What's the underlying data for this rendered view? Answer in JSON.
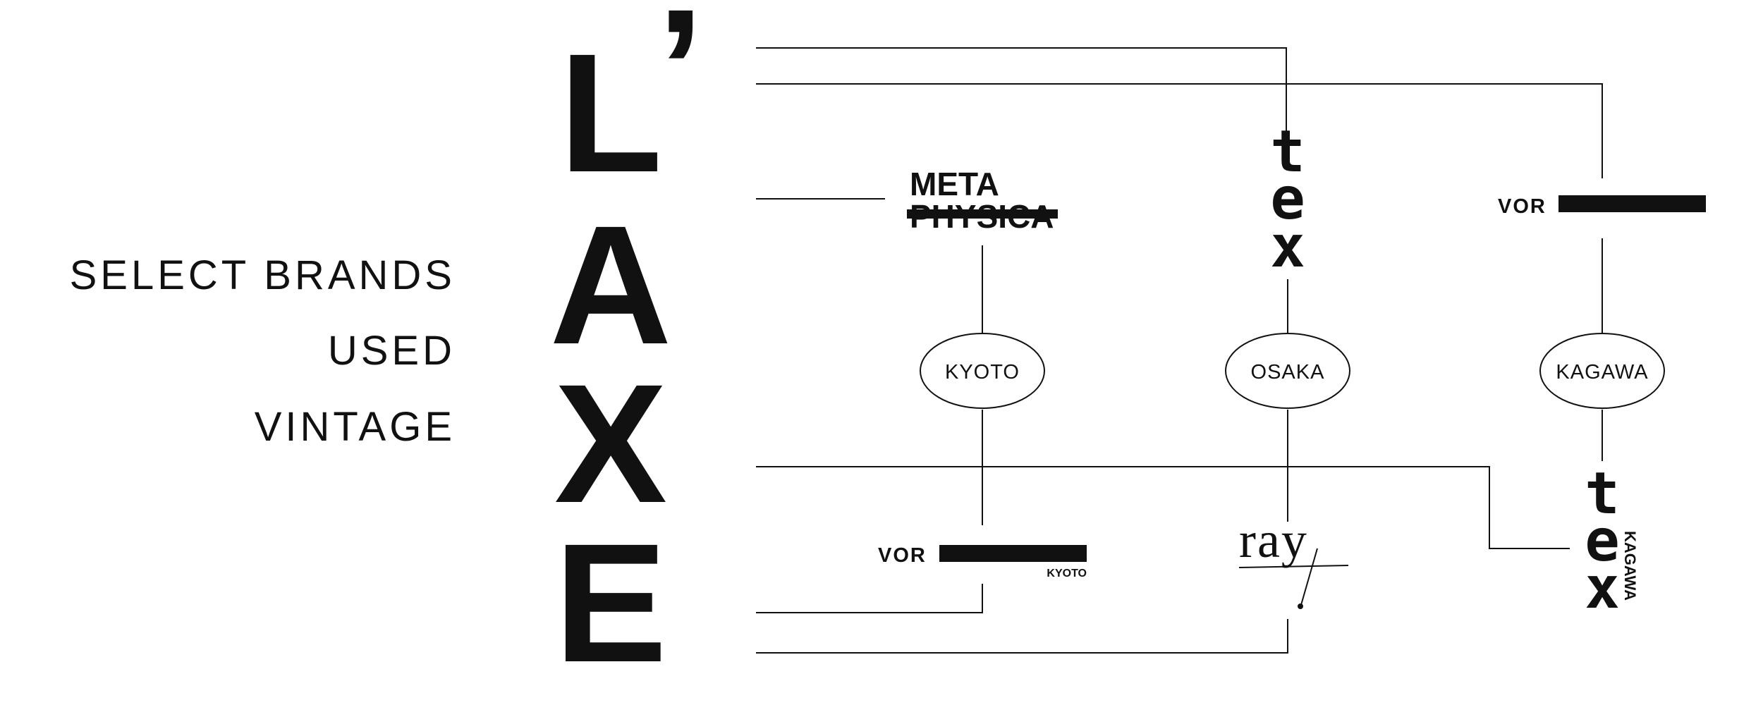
{
  "colors": {
    "ink": "#111111",
    "background": "#ffffff"
  },
  "tagline": [
    "SELECT BRANDS",
    "USED",
    "VINTAGE"
  ],
  "logo": {
    "letters": [
      "L",
      "’",
      "A",
      "X",
      "E"
    ]
  },
  "brands": {
    "metaphysica": {
      "line1": "META",
      "line2": "PHYSICA"
    },
    "tex_osaka": {
      "letters": [
        "t",
        "e",
        "x"
      ]
    },
    "vor_kagawa": {
      "label": "VOR"
    },
    "vor_kyoto": {
      "label": "VOR",
      "sub": "KYOTO"
    },
    "ray": {
      "label": "ray"
    },
    "tex_kagawa": {
      "letters": [
        "t",
        "e",
        "x"
      ],
      "sub": "KAGAWA"
    }
  },
  "locations": {
    "kyoto": "KYOTO",
    "osaka": "OSAKA",
    "kagawa": "KAGAWA"
  }
}
